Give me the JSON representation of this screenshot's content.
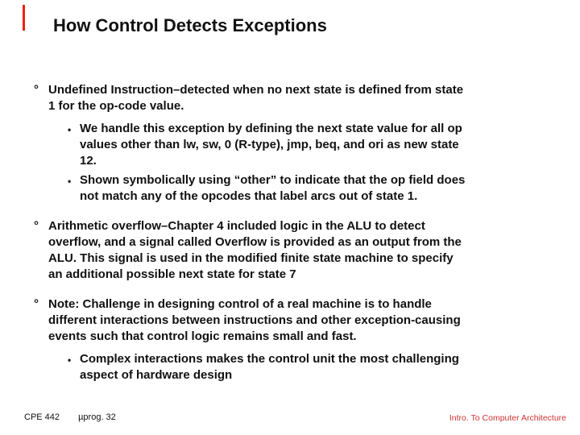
{
  "slide": {
    "title": "How Control Detects Exceptions",
    "bullets": [
      {
        "marker": "°",
        "text": "Undefined Instruction–detected when no next state is defined from state\n1 for the op-code value.",
        "subs": [
          {
            "marker": "•",
            "text": "We handle this exception by defining the next state value for all op\nvalues other than lw, sw, 0 (R-type), jmp, beq, and ori as new state\n12."
          },
          {
            "marker": "•",
            "text": "Shown symbolically using “other” to indicate that the op field does\nnot match any of the opcodes that label arcs out of state 1."
          }
        ]
      },
      {
        "marker": "°",
        "text": "Arithmetic overflow–Chapter 4 included logic in the ALU to detect\noverflow, and a signal called Overflow is provided as an output from the\nALU. This signal is used in the modified finite state machine to specify\nan additional possible next state for state 7",
        "subs": []
      },
      {
        "marker": "°",
        "text": "Note: Challenge in designing control of a real machine is to handle\ndifferent interactions between instructions and other exception-causing\nevents such that control logic remains small and fast.",
        "subs": [
          {
            "marker": "•",
            "text": "Complex interactions makes the control unit the most challenging\naspect of hardware design"
          }
        ]
      }
    ],
    "footer": {
      "course": "CPE 442",
      "page": "µprog. 32",
      "right": "Intro. To Computer Architecture"
    },
    "colors": {
      "accent_red": "#ee2211",
      "footer_red": "#cc3333",
      "text_black": "#111111"
    }
  }
}
